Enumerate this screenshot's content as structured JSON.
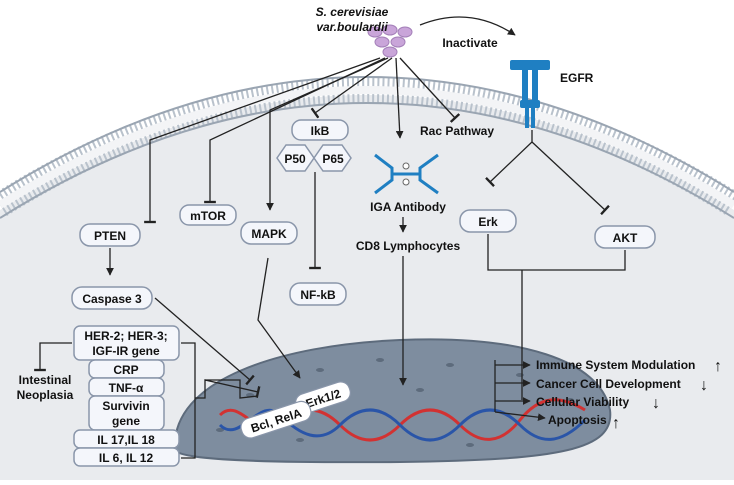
{
  "source_label_line1": "S. cerevisiae",
  "source_label_line2": "var.boulardii",
  "inactivate_label": "Inactivate",
  "egfr_label": "EGFR",
  "ikb_label": "IkB",
  "p50_label": "P50",
  "p65_label": "P65",
  "rac_label": "Rac Pathway",
  "iga_label": "IGA Antibody",
  "cd8_label": "CD8 Lymphocytes",
  "mtor_label": "mTOR",
  "mapk_label": "MAPK",
  "pten_label": "PTEN",
  "caspase_label": "Caspase 3",
  "nfkb_label": "NF-kB",
  "erk_label": "Erk",
  "akt_label": "AKT",
  "genes": {
    "her": [
      "HER-2; HER-3;",
      "IGF-IR gene"
    ],
    "crp": "CRP",
    "tnf": "TNF-α",
    "survivin": [
      "Survivin",
      "gene"
    ],
    "il1718": "IL 17,IL 18",
    "il612": "IL 6, IL 12"
  },
  "intestinal": [
    "Intestinal",
    "Neoplasia"
  ],
  "erk12_label": "Erk1/2",
  "bcl_label": "Bcl, RelA",
  "outcomes": [
    {
      "label": "Immune System Modulation",
      "arrow": "↑"
    },
    {
      "label": "Cancer Cell Development",
      "arrow": "↓"
    },
    {
      "label": "Cellular Viability",
      "arrow": "↓"
    },
    {
      "label": "Apoptosis",
      "arrow": "↑"
    }
  ],
  "colors": {
    "cell_interior": "#e9ebee",
    "membrane_head": "#b9c2cc",
    "nucleus": "#7e8d9f",
    "box_fill": "#f4f6fb",
    "box_stroke": "#8a96aa",
    "line": "#333333",
    "dna_red": "#d23232",
    "dna_blue": "#2a55a8",
    "receptor_blue": "#1f7fc2",
    "yeast": "#c9a5d9"
  }
}
